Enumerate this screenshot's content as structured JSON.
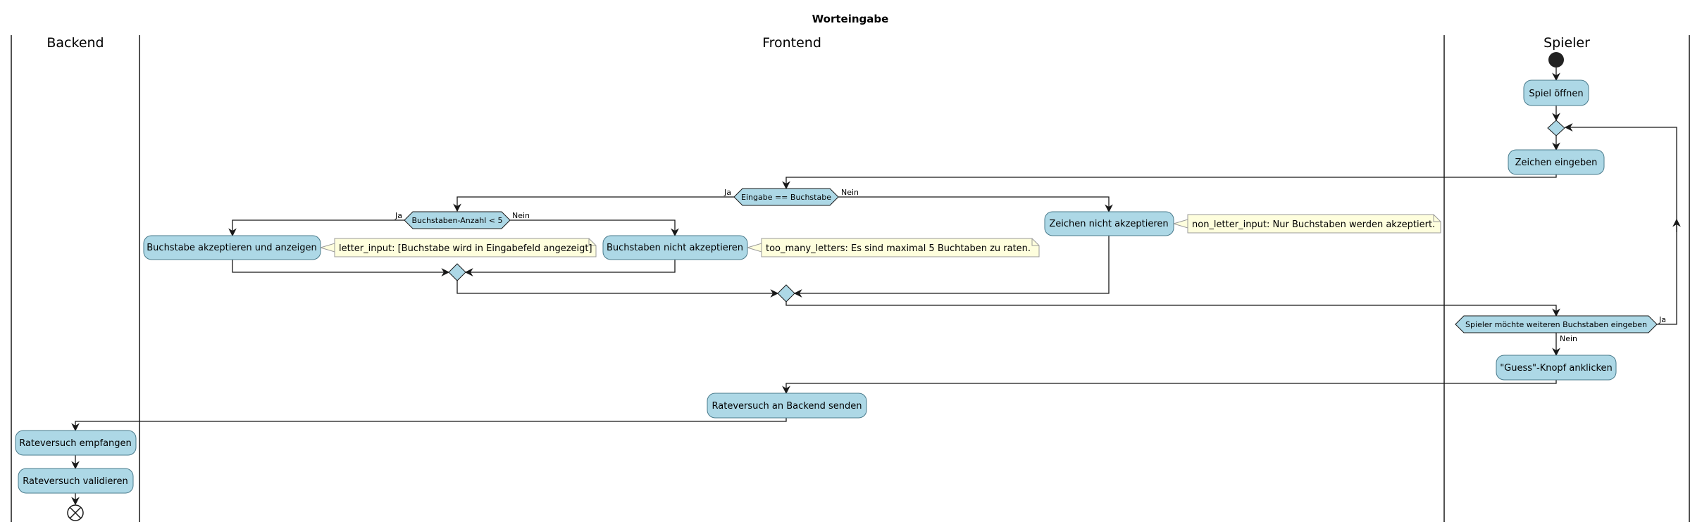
{
  "title": "Worteingabe",
  "lanes": [
    "Backend",
    "Frontend",
    "Spieler"
  ],
  "actions": {
    "open_game": "Spiel öffnen",
    "enter_char": "Zeichen eingeben",
    "reject_char": "Zeichen nicht akzeptieren",
    "accept_letter": "Buchstabe akzeptieren und anzeigen",
    "reject_letters": "Buchstaben nicht akzeptieren",
    "click_guess": "\"Guess\"-Knopf anklicken",
    "send_guess": "Rateversuch an Backend senden",
    "receive_guess": "Rateversuch empfangen",
    "validate_guess": "Rateversuch validieren"
  },
  "decisions": {
    "is_letter": "Eingabe == Buchstabe",
    "letter_count": "Buchstaben-Anzahl < 5",
    "more_letters": "Spieler möchte weiteren Buchstaben eingeben"
  },
  "branch_labels": {
    "yes": "Ja",
    "no": "Nein"
  },
  "notes": {
    "non_letter": "non_letter_input: Nur Buchstaben werden akzeptiert.",
    "letter_input": "letter_input: [Buchstabe wird in Eingabefeld angezeigt]",
    "too_many": "too_many_letters: Es sind maximal 5 Buchtaben zu raten."
  },
  "colors": {
    "action_fill": "#ADD8E6",
    "action_stroke": "#4A7B8C",
    "note_fill": "#FEFEDD",
    "note_stroke": "#999999",
    "line": "#181818"
  }
}
